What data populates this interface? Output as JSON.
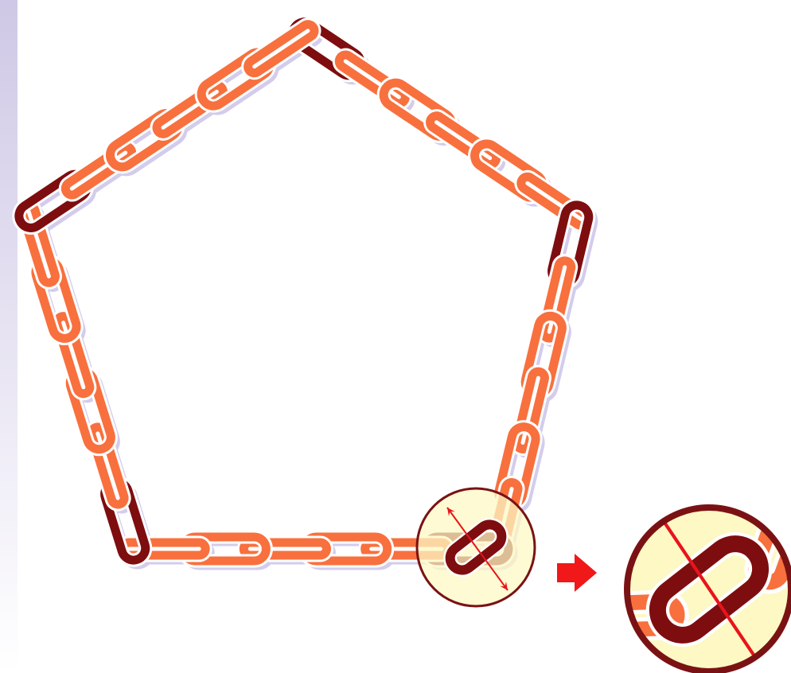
{
  "colors": {
    "link": "#f8703e",
    "link_dark": "#7e0d0f",
    "shadow": "#d3ccec",
    "highlight_fill": "#fdf8c4",
    "highlight_stroke": "#7a1214",
    "force_arrow": "#e8141c",
    "pointer_arrow": "#f01818",
    "side_strip_top": "#cfc8e6",
    "side_strip_bottom": "#ffffff"
  },
  "diagram": {
    "shape": "pentagon",
    "link_count": 30,
    "dark_link_count": 6,
    "dark_links": [
      "top",
      "right",
      "left",
      "bottom-left",
      "bottom-right"
    ],
    "highlighted_link": "bottom-right",
    "zoom_inset": "magnified-dark-link-with-tension-arrows"
  }
}
